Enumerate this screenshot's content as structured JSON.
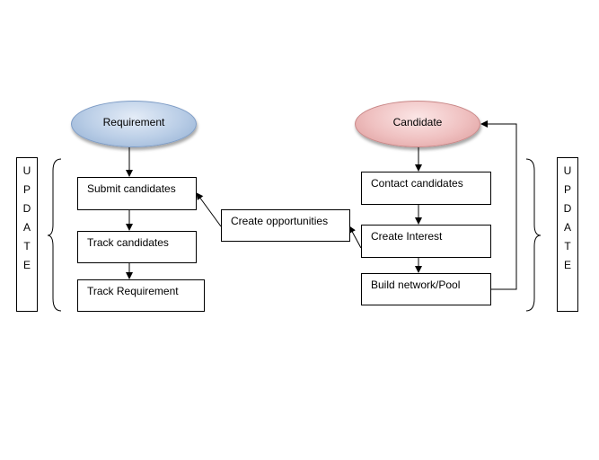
{
  "requirement": {
    "title": "Requirement",
    "steps": [
      "Submit candidates",
      "Track candidates",
      "Track Requirement"
    ]
  },
  "candidate": {
    "title": "Candidate",
    "steps": [
      "Contact candidates",
      "Create Interest",
      "Build network/Pool"
    ]
  },
  "middle": {
    "label": "Create opportunities"
  },
  "update_left": [
    "U",
    "P",
    "D",
    "A",
    "T",
    "E"
  ],
  "update_right": [
    "U",
    "P",
    "D",
    "A",
    "T",
    "E"
  ],
  "colors": {
    "requirement_fill": "#b9cde6",
    "candidate_fill": "#efc0c0",
    "line": "#000000"
  }
}
